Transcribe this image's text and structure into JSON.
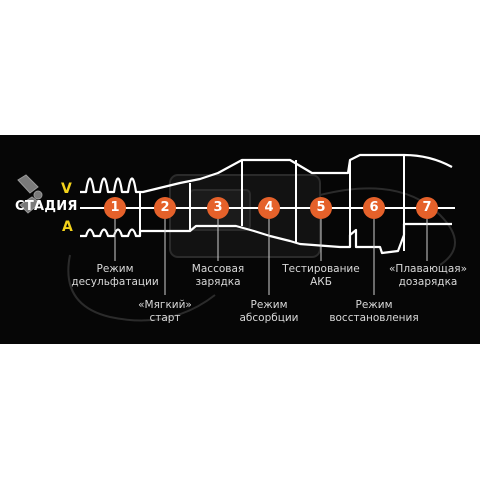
{
  "axis": {
    "stage_label": "СТАДИЯ",
    "voltage_letter": "V",
    "current_letter": "A"
  },
  "colors": {
    "background": "#060606",
    "accent": "#e5612a",
    "axis_letters": "#f3d21b",
    "lines": "#ffffff"
  },
  "stages": [
    {
      "number": "1",
      "label_line1": "Режим",
      "label_line2": "десульфатации"
    },
    {
      "number": "2",
      "label_line1": "«Мягкий»",
      "label_line2": "старт"
    },
    {
      "number": "3",
      "label_line1": "Массовая",
      "label_line2": "зарядка"
    },
    {
      "number": "4",
      "label_line1": "Режим",
      "label_line2": "абсорбции"
    },
    {
      "number": "5",
      "label_line1": "Тестирование",
      "label_line2": "АКБ"
    },
    {
      "number": "6",
      "label_line1": "Режим",
      "label_line2": "восстановления"
    },
    {
      "number": "7",
      "label_line1": "«Плавающая»",
      "label_line2": "дозарядка"
    }
  ]
}
